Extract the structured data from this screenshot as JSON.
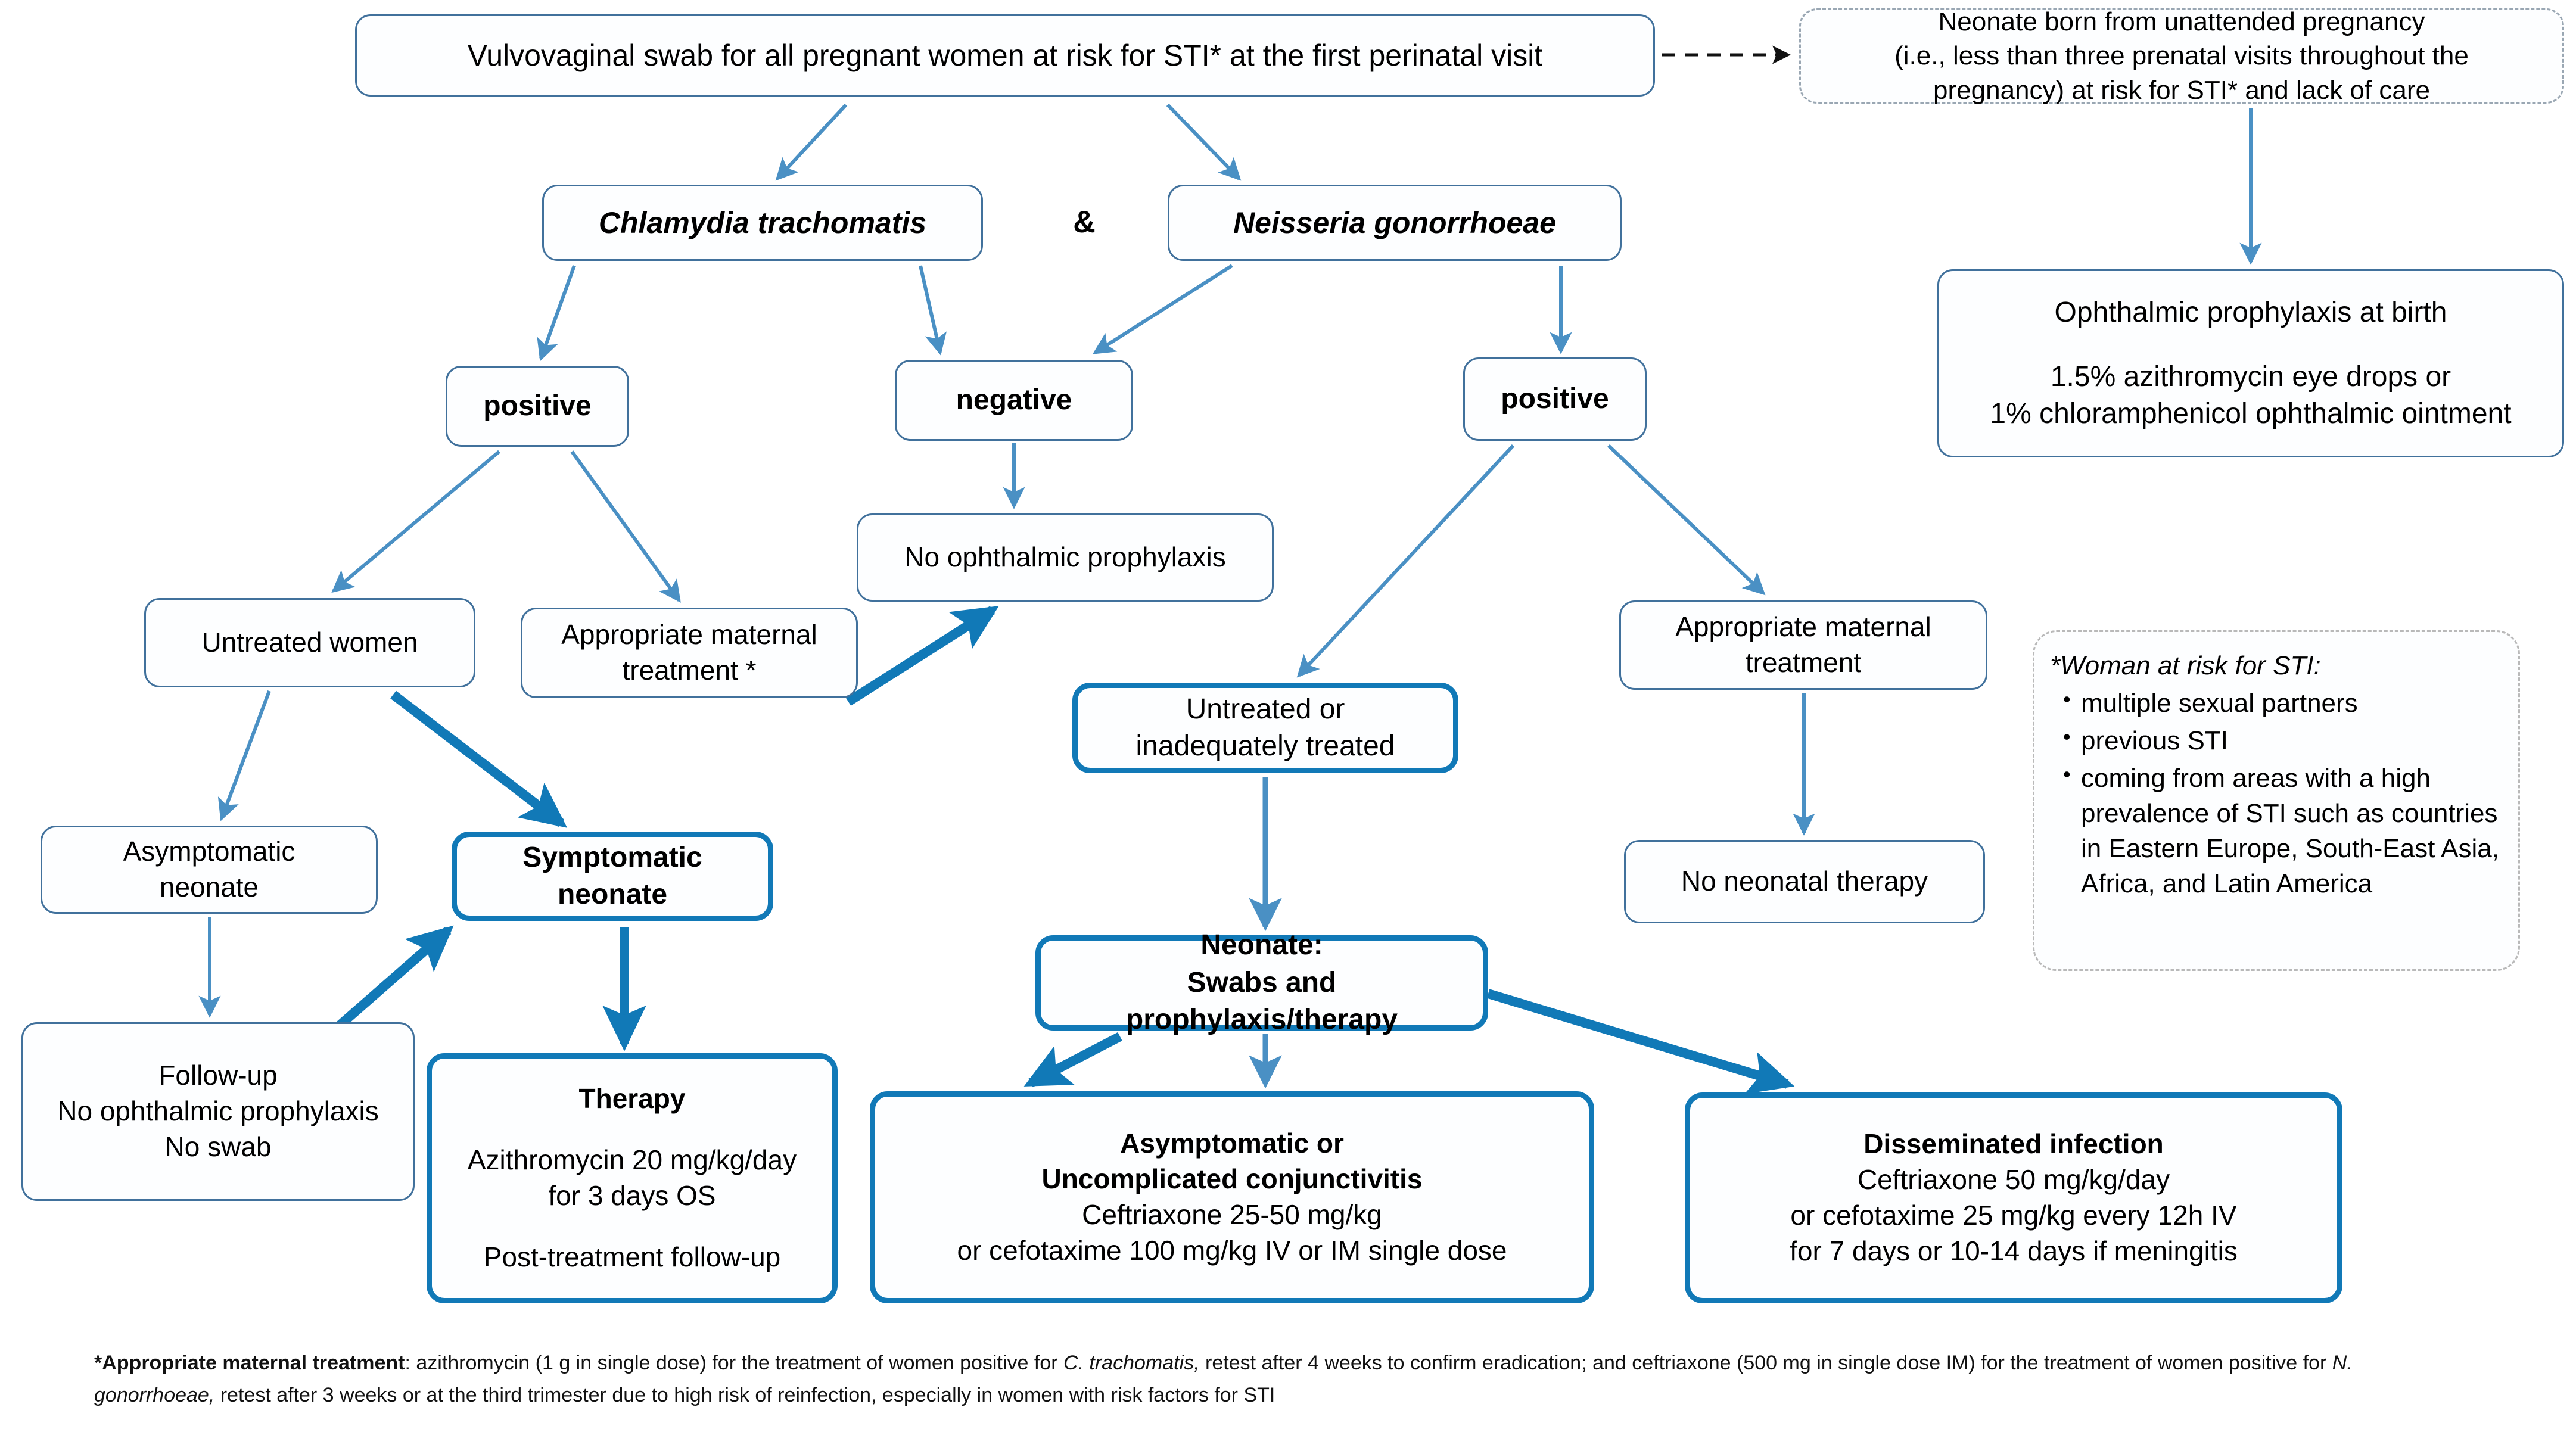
{
  "title": "Management flowchart for Chlamydia trachomatis and Neisseria gonorrhoeae in pregnancy and the neonate",
  "colors": {
    "thin_border": "#41719c",
    "thick_border": "#1179b7",
    "dashed_border": "#9aa7b3",
    "arrow_thin": "#4a90c4",
    "arrow_thick": "#1179b7",
    "box_fill": "#fdfeff",
    "text": "#000000"
  },
  "nodes": {
    "swab": {
      "text": "Vulvovaginal swab for all pregnant women at risk for STI* at the first perinatal visit"
    },
    "unattended": {
      "line1": "Neonate born from unattended pregnancy",
      "line2": "(i.e., less than three prenatal visits throughout the",
      "line3": "pregnancy) at risk for STI* and lack of care"
    },
    "chlamydia": {
      "text": "Chlamydia trachomatis"
    },
    "ampersand": {
      "text": "&"
    },
    "neisseria": {
      "text": "Neisseria gonorrhoeae"
    },
    "ophthalmic_prophylaxis": {
      "heading": "Ophthalmic prophylaxis at birth",
      "line1": "1.5% azithromycin  eye drops or",
      "line2": "1% chloramphenicol  ophthalmic ointment"
    },
    "positive_ct": {
      "text": "positive"
    },
    "negative": {
      "text": "negative"
    },
    "positive_ng": {
      "text": "positive"
    },
    "no_ophthalmic_prophylaxis": {
      "text": "No ophthalmic prophylaxis"
    },
    "untreated_women": {
      "text": "Untreated women"
    },
    "appropriate_maternal_treatment_ct": {
      "line1": "Appropriate  maternal",
      "line2": "treatment *"
    },
    "appropriate_maternal_treatment_ng": {
      "line1": "Appropriate  maternal",
      "line2": "treatment"
    },
    "untreated_or_inadequately_treated": {
      "line1": "Untreated or",
      "line2": "inadequately treated"
    },
    "asymptomatic_neonate": {
      "line1": "Asymptomatic",
      "line2": "neonate"
    },
    "symptomatic_neonate": {
      "line1": "Symptomatic",
      "line2": "neonate"
    },
    "no_neonatal_therapy": {
      "text": "No neonatal therapy"
    },
    "neonate_swabs": {
      "line1": "Neonate:",
      "line2": "Swabs and prophylaxis/therapy"
    },
    "follow_up": {
      "line1": "Follow-up",
      "line2": "No ophthalmic prophylaxis",
      "line3": "No swab"
    },
    "therapy": {
      "heading": "Therapy",
      "line1": "Azithromycin 20 mg/kg/day",
      "line2": "for 3 days OS",
      "line3": "Post-treatment follow-up"
    },
    "asymptomatic_conjunctivitis": {
      "heading1": "Asymptomatic or",
      "heading2": "Uncomplicated conjunctivitis",
      "line1": "Ceftriaxone 25-50 mg/kg",
      "line2": "or cefotaxime 100 mg/kg IV or IM single dose"
    },
    "disseminated_infection": {
      "heading": "Disseminated infection",
      "line1": "Ceftriaxone 50 mg/kg/day",
      "line2": "or cefotaxime 25 mg/kg every 12h IV",
      "line3": "for 7 days or 10-14 days if meningitis"
    },
    "risk_legend": {
      "title": "*Woman at risk for STI:",
      "items": [
        "multiple sexual partners",
        "previous STI",
        "coming from areas with a high prevalence of STI such as countries in Eastern Europe, South-East Asia, Africa, and Latin America"
      ]
    }
  },
  "footnote": {
    "label": "*Appropriate maternal treatment",
    "part1": ": azithromycin (1 g in single dose) for the treatment of women  positive for ",
    "italic1": "C. trachomatis,",
    "part2": "  retest after 4 weeks to confirm eradication; and ceftriaxone (500 mg in single dose IM) for the treatment of women  positive for ",
    "italic2": "N. gonorrhoeae,",
    "part3": " retest after 3 weeks or at the third trimester due to high risk of reinfection, especially in women with risk factors for STI"
  }
}
